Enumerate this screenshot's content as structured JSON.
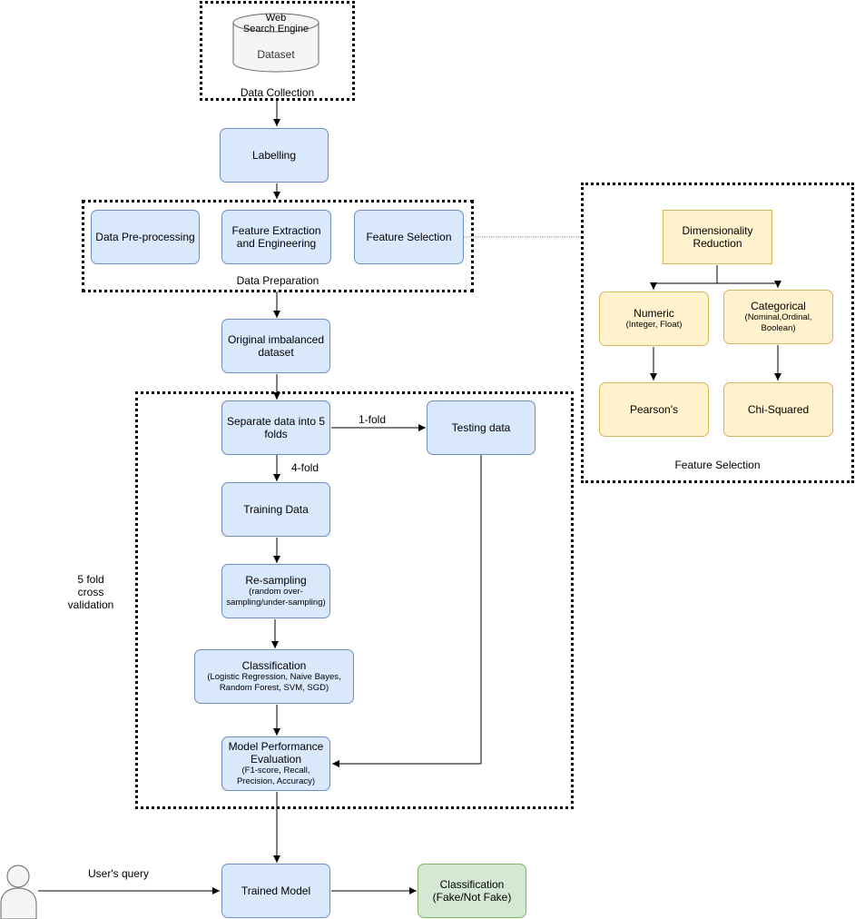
{
  "data_collection": {
    "cylinder_line1": "Web",
    "cylinder_line2": "Search Engine",
    "cylinder_label": "Dataset",
    "group_label": "Data Collection"
  },
  "labelling": "Labelling",
  "data_preparation": {
    "group_label": "Data Preparation",
    "preprocessing": "Data Pre-processing",
    "extraction_line1": "Feature Extraction",
    "extraction_line2": "and Engineering",
    "selection": "Feature Selection"
  },
  "imbalanced": {
    "line1": "Original imbalanced",
    "line2": "dataset"
  },
  "cross_validation": {
    "side_line1": "5 fold",
    "side_line2": "cross",
    "side_line3": "validation",
    "separate_line1": "Separate data into 5",
    "separate_line2": "folds",
    "one_fold": "1-fold",
    "four_fold": "4-fold",
    "testing": "Testing data",
    "training": "Training Data",
    "resampling_title": "Re-sampling",
    "resampling_sub1": "(random over-",
    "resampling_sub2": "sampling/under-sampling)",
    "classification_title": "Classification",
    "classification_sub1": "(Logistic Regression, Naive Bayes,",
    "classification_sub2": "Random Forest, SVM, SGD)",
    "eval_line1": "Model Performance",
    "eval_line2": "Evaluation",
    "eval_sub1": "(F1-score, Recall,",
    "eval_sub2": "Precision, Accuracy)"
  },
  "feature_selection_panel": {
    "group_label": "Feature Selection",
    "dimred_line1": "Dimensionality",
    "dimred_line2": "Reduction",
    "numeric_title": "Numeric",
    "numeric_sub": "(Integer, Float)",
    "categorical_title": "Categorical",
    "categorical_sub1": "(Nominal,Ordinal,",
    "categorical_sub2": "Boolean)",
    "pearson": "Pearson's",
    "chisquared": "Chi-Squared"
  },
  "user_query": "User's query",
  "trained_model": "Trained Model",
  "final_classification": {
    "line1": "Classification",
    "line2": "(Fake/Not Fake)"
  },
  "colors": {
    "blue_fill": "#dae8fc",
    "blue_stroke": "#6c8ebf",
    "yellow_fill": "#fff2cc",
    "yellow_stroke": "#d6b656",
    "green_fill": "#d5e8d4",
    "green_stroke": "#82b366"
  },
  "icons": [
    "database-cylinder-icon",
    "user-person-icon"
  ]
}
